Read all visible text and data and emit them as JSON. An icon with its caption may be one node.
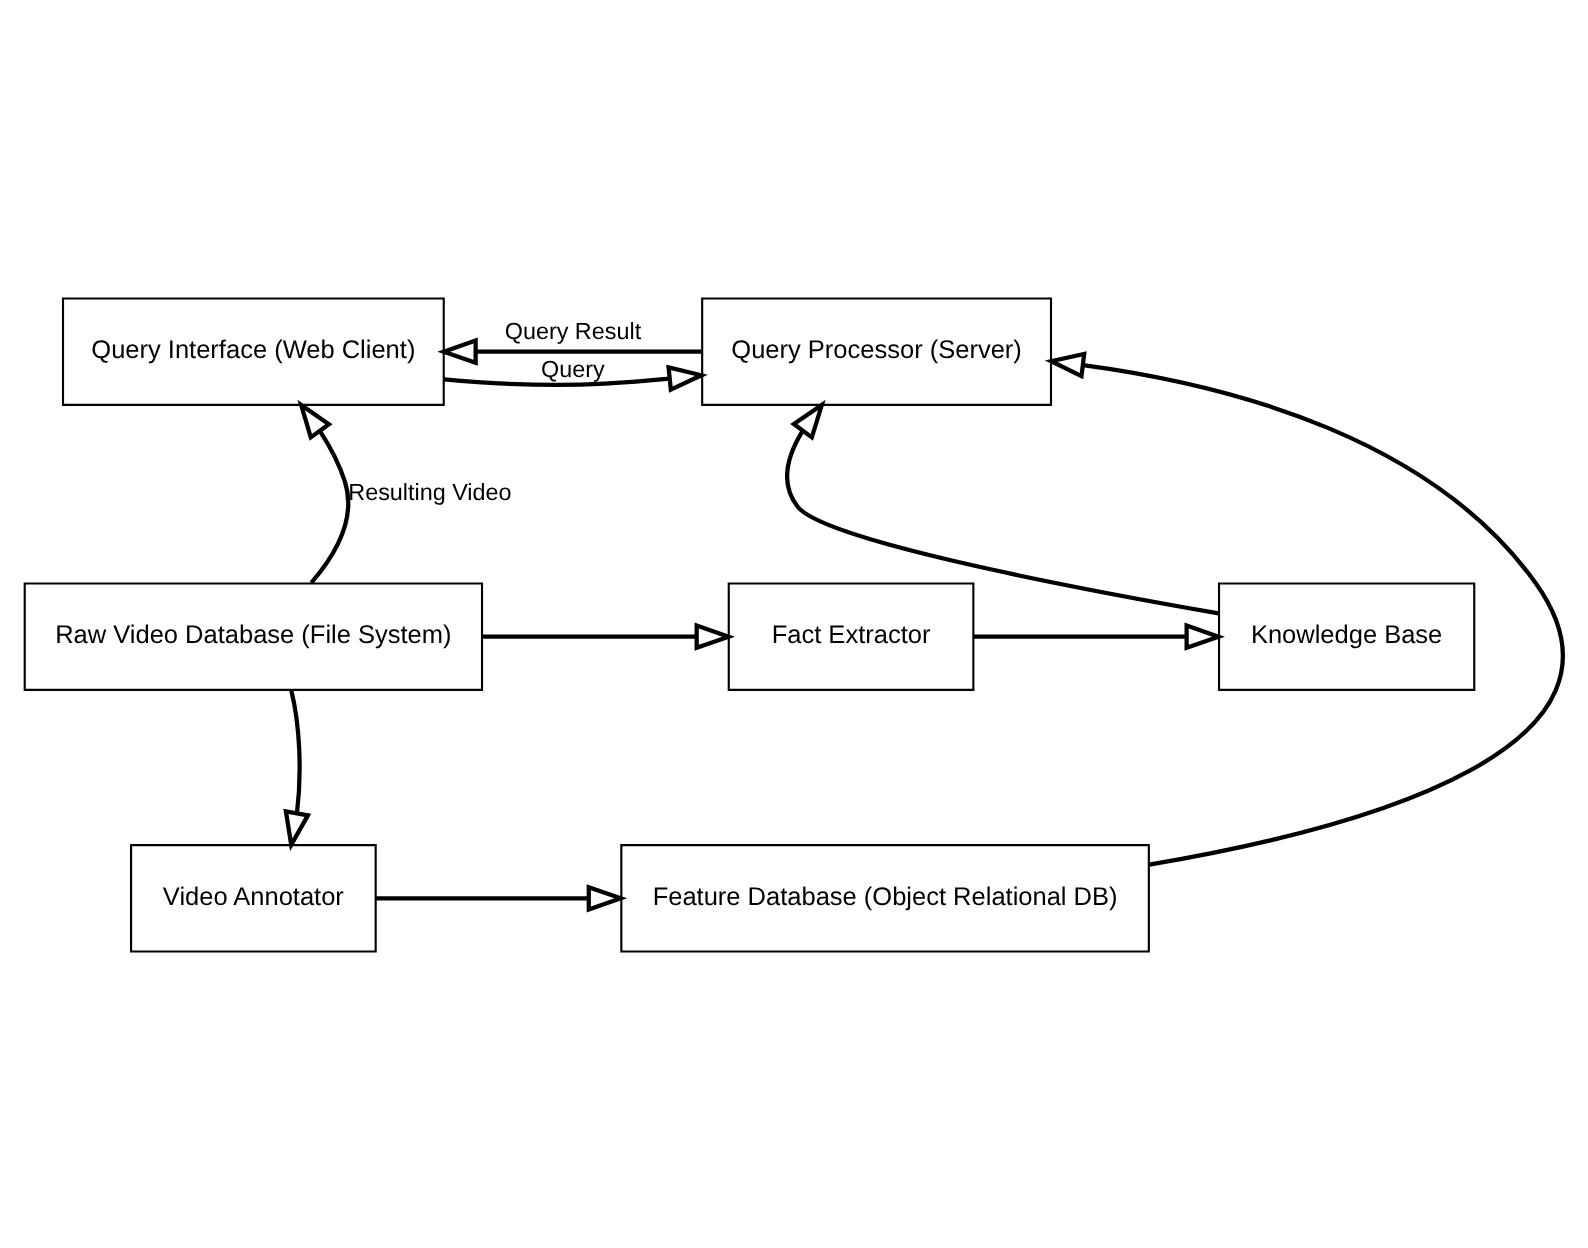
{
  "diagram": {
    "nodes": [
      {
        "text": [
          "Query Interface (Web Client)"
        ]
      },
      {
        "text": [
          "Query Processor (Server)"
        ]
      },
      {
        "text": [
          "Raw Video Database (File System)"
        ]
      },
      {
        "text": [
          "Fact Extractor"
        ]
      },
      {
        "text": [
          "Knowledge Base"
        ]
      },
      {
        "text": [
          "Video Annotator"
        ]
      },
      {
        "text": [
          "Feature Database (Object Relational DB)"
        ]
      }
    ],
    "edges": [
      {
        "from": 0,
        "to": 1,
        "arrow": "to",
        "label": "Query"
      },
      {
        "from": 1,
        "to": 0,
        "arrow": "to",
        "label": "Query Result"
      },
      {
        "from": 2,
        "to": 0,
        "arrow": "to",
        "label": "Resulting Video"
      },
      {
        "from": 2,
        "to": 3,
        "arrow": "to"
      },
      {
        "from": 3,
        "to": 4,
        "arrow": "to"
      },
      {
        "from": 4,
        "to": 1,
        "arrow": "to"
      },
      {
        "from": 2,
        "to": 5,
        "arrow": "to"
      },
      {
        "from": 5,
        "to": 6,
        "arrow": "to"
      },
      {
        "from": 6,
        "to": 1,
        "arrow": "to"
      }
    ]
  }
}
